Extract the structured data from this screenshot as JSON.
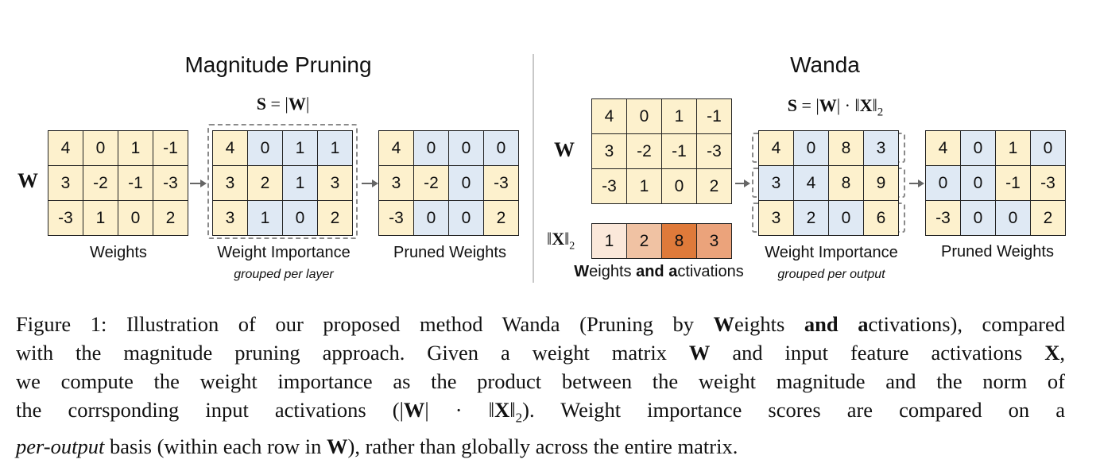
{
  "left_panel": {
    "title": "Magnitude Pruning",
    "w_symbol": "W",
    "formula": {
      "lhs": "S",
      "eq": " = |",
      "w": "W",
      "end": "|"
    },
    "weights_label": "Weights",
    "importance_label": "Weight Importance",
    "importance_sublabel": "grouped per layer",
    "pruned_label": "Pruned Weights",
    "weights": [
      [
        "4",
        "0",
        "1",
        "-1"
      ],
      [
        "3",
        "-2",
        "-1",
        "-3"
      ],
      [
        "-3",
        "1",
        "0",
        "2"
      ]
    ],
    "importance": [
      [
        "4",
        "0",
        "1",
        "1"
      ],
      [
        "3",
        "2",
        "1",
        "3"
      ],
      [
        "3",
        "1",
        "0",
        "2"
      ]
    ],
    "pruned": [
      [
        "4",
        "0",
        "0",
        "0"
      ],
      [
        "3",
        "-2",
        "0",
        "-3"
      ],
      [
        "-3",
        "0",
        "0",
        "2"
      ]
    ]
  },
  "right_panel": {
    "title": "Wanda",
    "w_symbol": "W",
    "formula": {
      "lhs": "S",
      "eq": " = |",
      "w": "W",
      "mid": "| · ‖",
      "x": "X",
      "end": "‖",
      "sub": "2"
    },
    "x_norm_label": {
      "open": "‖",
      "x": "X",
      "close": "‖",
      "sub": "2"
    },
    "activations": [
      "1",
      "2",
      "8",
      "3"
    ],
    "activation_colors": [
      "#fbe8da",
      "#f0c2a3",
      "#df7a3a",
      "#eba37b"
    ],
    "activations_caption": {
      "p1": "W",
      "p2": "eights ",
      "p3": "and a",
      "p4": "ctivations"
    },
    "importance_label": "Weight Importance",
    "importance_sublabel": "grouped per output",
    "pruned_label": "Pruned Weights",
    "weights": [
      [
        "4",
        "0",
        "1",
        "-1"
      ],
      [
        "3",
        "-2",
        "-1",
        "-3"
      ],
      [
        "-3",
        "1",
        "0",
        "2"
      ]
    ],
    "importance": [
      [
        "4",
        "0",
        "8",
        "3"
      ],
      [
        "3",
        "4",
        "8",
        "9"
      ],
      [
        "3",
        "2",
        "0",
        "6"
      ]
    ],
    "pruned": [
      [
        "4",
        "0",
        "1",
        "0"
      ],
      [
        "0",
        "0",
        "-1",
        "-3"
      ],
      [
        "-3",
        "0",
        "0",
        "2"
      ]
    ]
  },
  "colors": {
    "kept": "#fdf1cd",
    "pruned": "#dfe9f4",
    "dash": "#8a8a8a"
  },
  "caption": {
    "l1_a": "Figure 1: Illustration of our proposed method Wanda (Pruning by ",
    "l1_b": "W",
    "l1_c": "eights ",
    "l1_d": "and a",
    "l1_e": "ctivations), compared",
    "l2_a": "with the magnitude pruning approach. Given a weight matrix ",
    "l2_b": "W",
    "l2_c": " and input feature activations ",
    "l2_d": "X",
    "l2_e": ",",
    "l3": "we compute the weight importance as the product between the weight magnitude and the norm of",
    "l4_a": "the corrsponding input activations (|",
    "l4_b": "W",
    "l4_c": "| · ‖",
    "l4_d": "X",
    "l4_e": "‖",
    "l4_f": "2",
    "l4_g": "). Weight importance scores are compared on a",
    "l5_a": "per-output",
    "l5_b": " basis (within each row in ",
    "l5_c": "W",
    "l5_d": "), rather than globally across the entire matrix."
  }
}
